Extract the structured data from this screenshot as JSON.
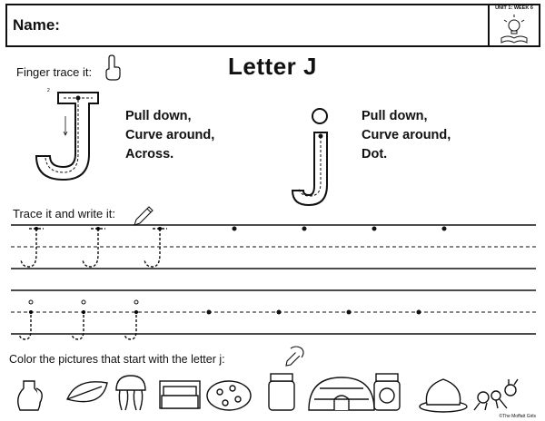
{
  "header": {
    "name_label": "Name:",
    "unit_label": "UNIT 1: WEEK 6"
  },
  "title": "Letter J",
  "finger_trace": {
    "label": "Finger trace it:",
    "uppercase_steps": [
      "Pull down,",
      "Curve around,",
      "Across."
    ],
    "lowercase_steps": [
      "Pull down,",
      "Curve around,",
      "Dot."
    ]
  },
  "trace_write": {
    "label": "Trace it and write it:",
    "uppercase_trace_count": 3,
    "uppercase_dot_count": 4,
    "lowercase_trace_count": 3,
    "lowercase_dot_count": 4
  },
  "color_section": {
    "label": "Color the pictures that start with the letter j:",
    "pictures": [
      "jug-icon",
      "leaf-icon",
      "jellyfish-icon",
      "bed-icon",
      "pizza-icon",
      "jar-icon",
      "igloo-icon",
      "jam-jar-icon",
      "jello-icon",
      "ant-icon"
    ]
  },
  "credit": "©The Moffatt Girls"
}
